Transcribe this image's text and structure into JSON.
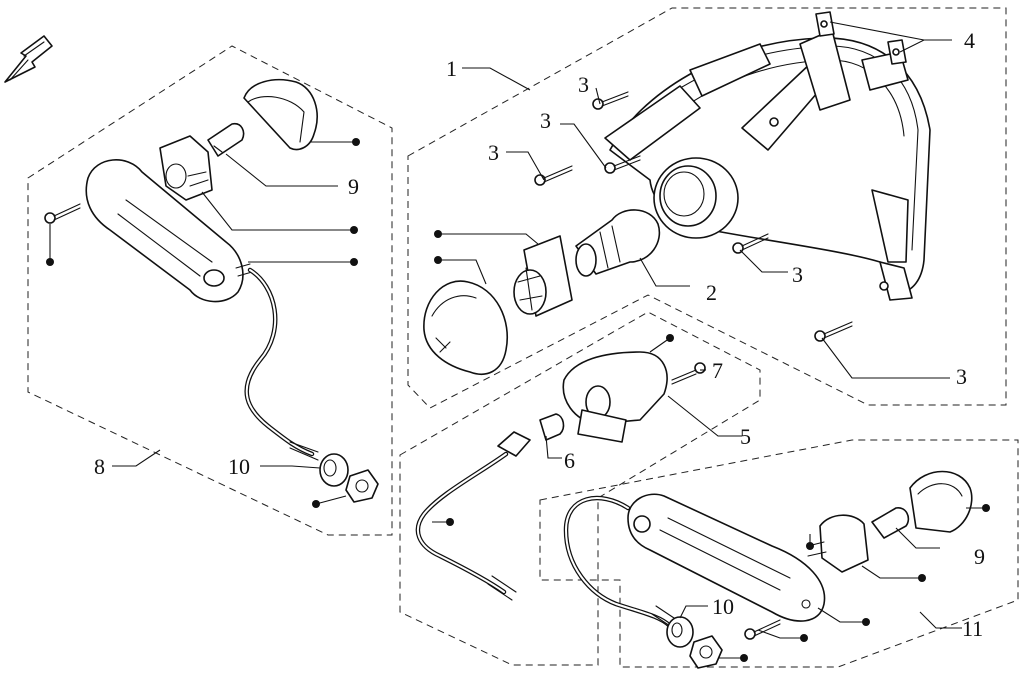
{
  "diagram": {
    "kind": "exploded parts view",
    "callouts": {
      "c1": "1",
      "c2": "2",
      "c3a": "3",
      "c3b": "3",
      "c3c": "3",
      "c3d": "3",
      "c3e": "3",
      "c4": "4",
      "c5": "5",
      "c6": "6",
      "c7": "7",
      "c8": "8",
      "c9a": "9",
      "c9b": "9",
      "c10a": "10",
      "c10b": "10",
      "c11": "11"
    },
    "colors": {
      "ink": "#111111",
      "paper": "#ffffff"
    },
    "icons": [
      "direction-arrow-icon"
    ]
  }
}
